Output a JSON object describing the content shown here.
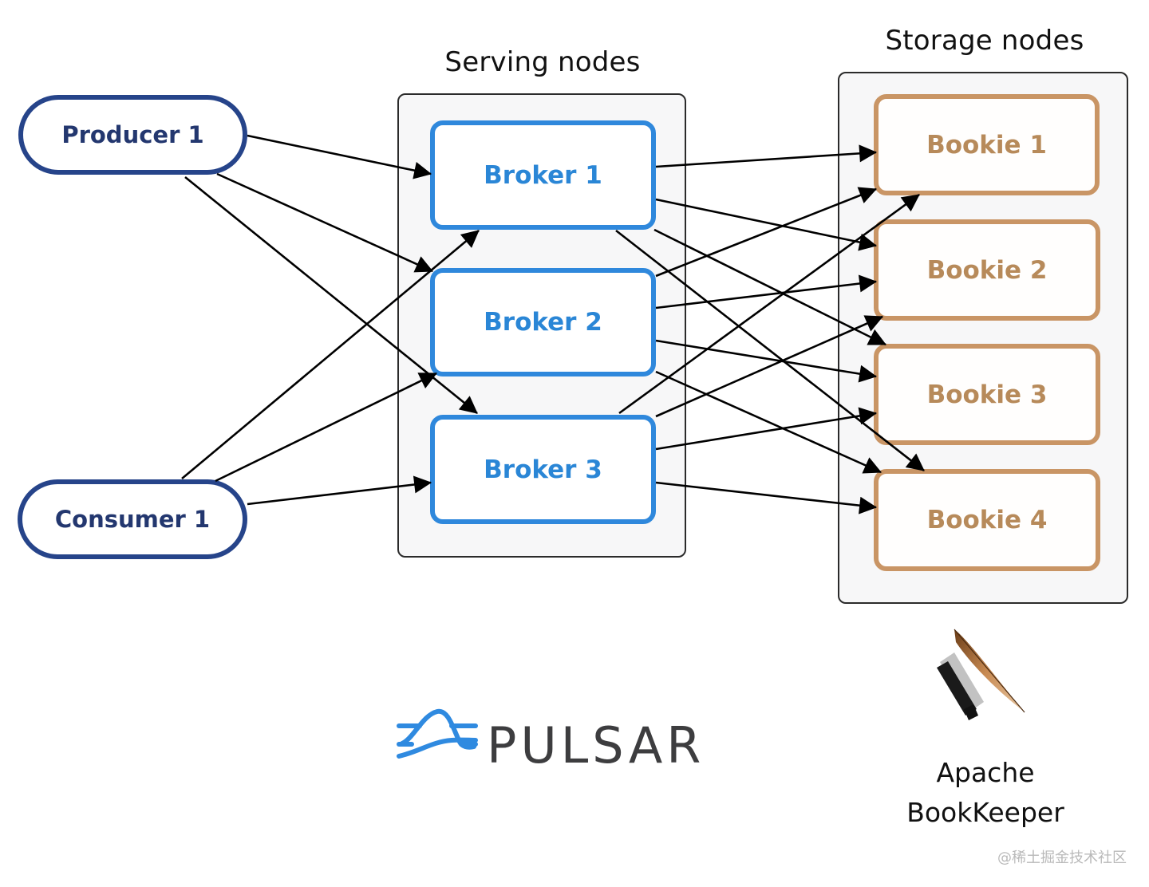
{
  "groups": {
    "serving": {
      "title": "Serving nodes"
    },
    "storage": {
      "title": "Storage nodes"
    }
  },
  "clients": [
    {
      "id": "producer1",
      "label": "Producer 1"
    },
    {
      "id": "consumer1",
      "label": "Consumer 1"
    }
  ],
  "brokers": [
    {
      "id": "broker1",
      "label": "Broker 1"
    },
    {
      "id": "broker2",
      "label": "Broker 2"
    },
    {
      "id": "broker3",
      "label": "Broker 3"
    }
  ],
  "bookies": [
    {
      "id": "bookie1",
      "label": "Bookie 1"
    },
    {
      "id": "bookie2",
      "label": "Bookie 2"
    },
    {
      "id": "bookie3",
      "label": "Bookie 3"
    },
    {
      "id": "bookie4",
      "label": "Bookie 4"
    }
  ],
  "edges": [
    {
      "from": "producer1",
      "to": "broker1"
    },
    {
      "from": "producer1",
      "to": "broker2"
    },
    {
      "from": "producer1",
      "to": "broker3"
    },
    {
      "from": "consumer1",
      "to": "broker1"
    },
    {
      "from": "consumer1",
      "to": "broker2"
    },
    {
      "from": "consumer1",
      "to": "broker3"
    },
    {
      "from": "broker1",
      "to": "bookie1"
    },
    {
      "from": "broker1",
      "to": "bookie2"
    },
    {
      "from": "broker1",
      "to": "bookie3"
    },
    {
      "from": "broker1",
      "to": "bookie4"
    },
    {
      "from": "broker2",
      "to": "bookie1"
    },
    {
      "from": "broker2",
      "to": "bookie2"
    },
    {
      "from": "broker2",
      "to": "bookie3"
    },
    {
      "from": "broker2",
      "to": "bookie4"
    },
    {
      "from": "broker3",
      "to": "bookie1"
    },
    {
      "from": "broker3",
      "to": "bookie2"
    },
    {
      "from": "broker3",
      "to": "bookie3"
    },
    {
      "from": "broker3",
      "to": "bookie4"
    }
  ],
  "logos": {
    "pulsar": {
      "name": "PULSAR",
      "icon": "pulsar-wave-icon"
    },
    "bookkeeper": {
      "line1": "Apache",
      "line2": "BookKeeper",
      "icon": "feather-quill-icon"
    }
  },
  "watermark": "@稀土掘金技术社区",
  "colors": {
    "client": "#26448a",
    "broker": "#2f88dc",
    "bookie": "#c99565",
    "edge": "#000000",
    "pulsar_blue": "#2f8ae0"
  }
}
